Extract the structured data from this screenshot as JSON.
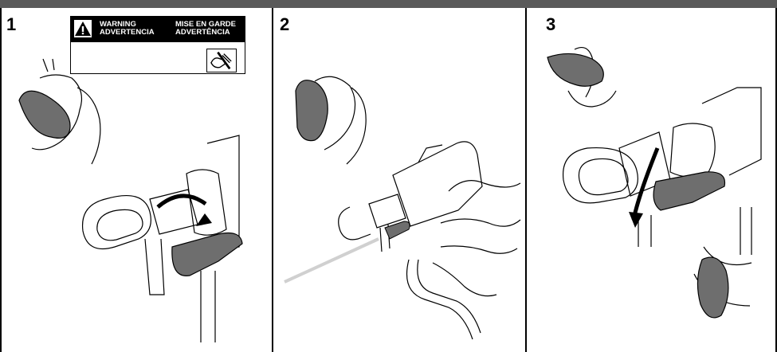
{
  "steps": [
    "1",
    "2",
    "3"
  ],
  "warning": {
    "line1_left": "WARNING",
    "line2_left": "ADVERTENCIA",
    "line1_right": "MISE EN GARDE",
    "line2_right": "ADVERTÊNCIA"
  },
  "icons": [
    "warning-triangle-icon",
    "no-hand-injection-icon"
  ]
}
